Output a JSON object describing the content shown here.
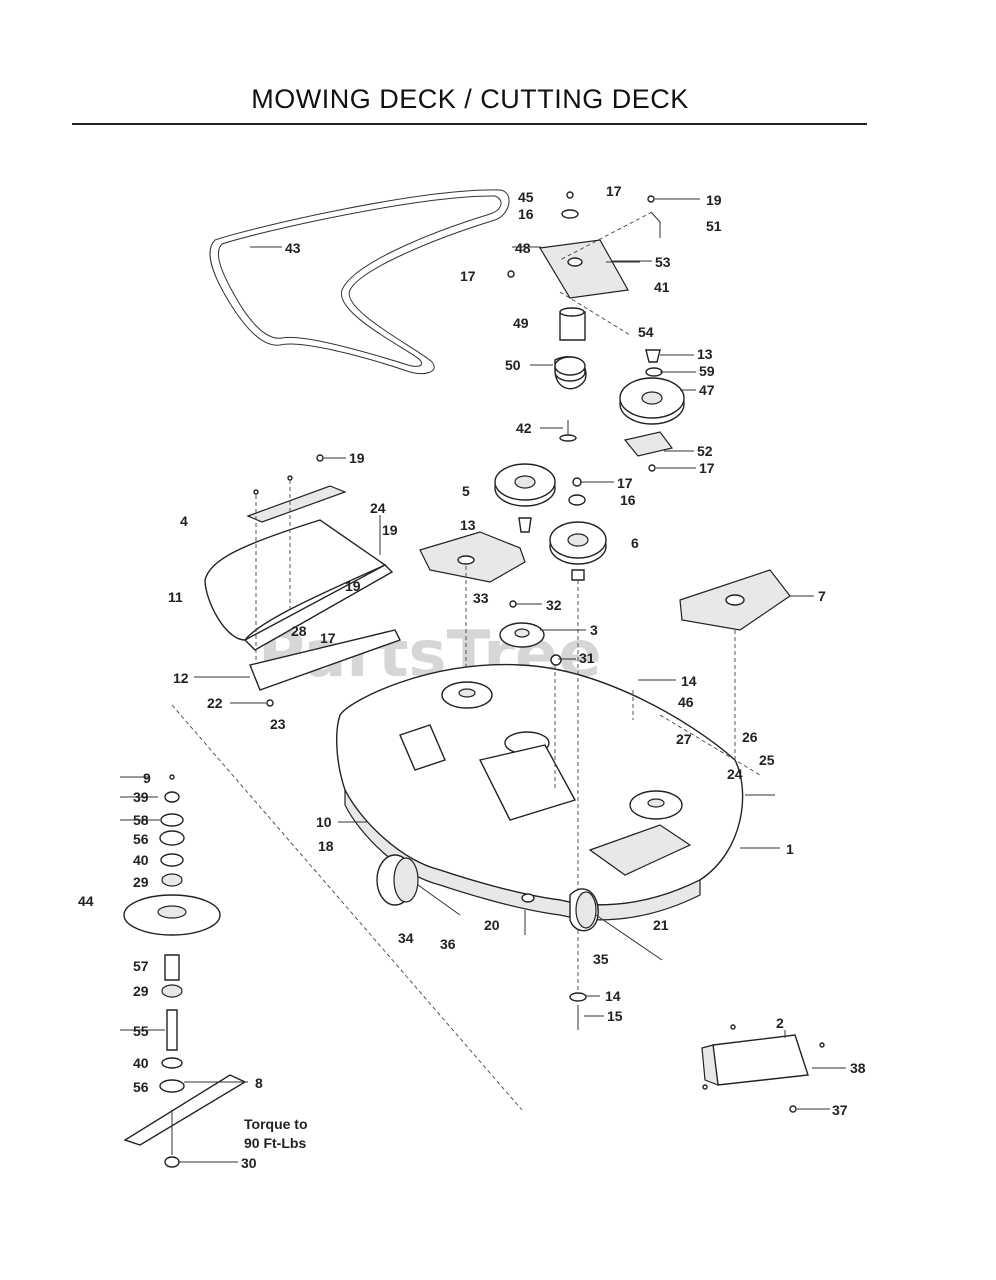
{
  "title": "MOWING DECK / CUTTING DECK",
  "watermark": "PartsTree",
  "note": {
    "line1": "Torque to",
    "line2": "90 Ft-Lbs"
  },
  "callouts": [
    {
      "n": "45"
    },
    {
      "n": "16"
    },
    {
      "n": "17"
    },
    {
      "n": "19"
    },
    {
      "n": "51"
    },
    {
      "n": "43"
    },
    {
      "n": "48"
    },
    {
      "n": "53"
    },
    {
      "n": "17"
    },
    {
      "n": "41"
    },
    {
      "n": "49"
    },
    {
      "n": "54"
    },
    {
      "n": "13"
    },
    {
      "n": "50"
    },
    {
      "n": "59"
    },
    {
      "n": "47"
    },
    {
      "n": "42"
    },
    {
      "n": "52"
    },
    {
      "n": "17"
    },
    {
      "n": "19"
    },
    {
      "n": "17"
    },
    {
      "n": "5"
    },
    {
      "n": "16"
    },
    {
      "n": "4"
    },
    {
      "n": "24"
    },
    {
      "n": "13"
    },
    {
      "n": "6"
    },
    {
      "n": "19"
    },
    {
      "n": "19"
    },
    {
      "n": "11"
    },
    {
      "n": "33"
    },
    {
      "n": "32"
    },
    {
      "n": "7"
    },
    {
      "n": "28"
    },
    {
      "n": "17"
    },
    {
      "n": "3"
    },
    {
      "n": "31"
    },
    {
      "n": "12"
    },
    {
      "n": "14"
    },
    {
      "n": "22"
    },
    {
      "n": "23"
    },
    {
      "n": "46"
    },
    {
      "n": "27"
    },
    {
      "n": "26"
    },
    {
      "n": "25"
    },
    {
      "n": "9"
    },
    {
      "n": "24"
    },
    {
      "n": "39"
    },
    {
      "n": "58"
    },
    {
      "n": "10"
    },
    {
      "n": "56"
    },
    {
      "n": "18"
    },
    {
      "n": "1"
    },
    {
      "n": "40"
    },
    {
      "n": "29"
    },
    {
      "n": "44"
    },
    {
      "n": "34"
    },
    {
      "n": "36"
    },
    {
      "n": "20"
    },
    {
      "n": "21"
    },
    {
      "n": "35"
    },
    {
      "n": "57"
    },
    {
      "n": "29"
    },
    {
      "n": "14"
    },
    {
      "n": "15"
    },
    {
      "n": "55"
    },
    {
      "n": "2"
    },
    {
      "n": "40"
    },
    {
      "n": "38"
    },
    {
      "n": "56"
    },
    {
      "n": "8"
    },
    {
      "n": "37"
    },
    {
      "n": "30"
    }
  ]
}
